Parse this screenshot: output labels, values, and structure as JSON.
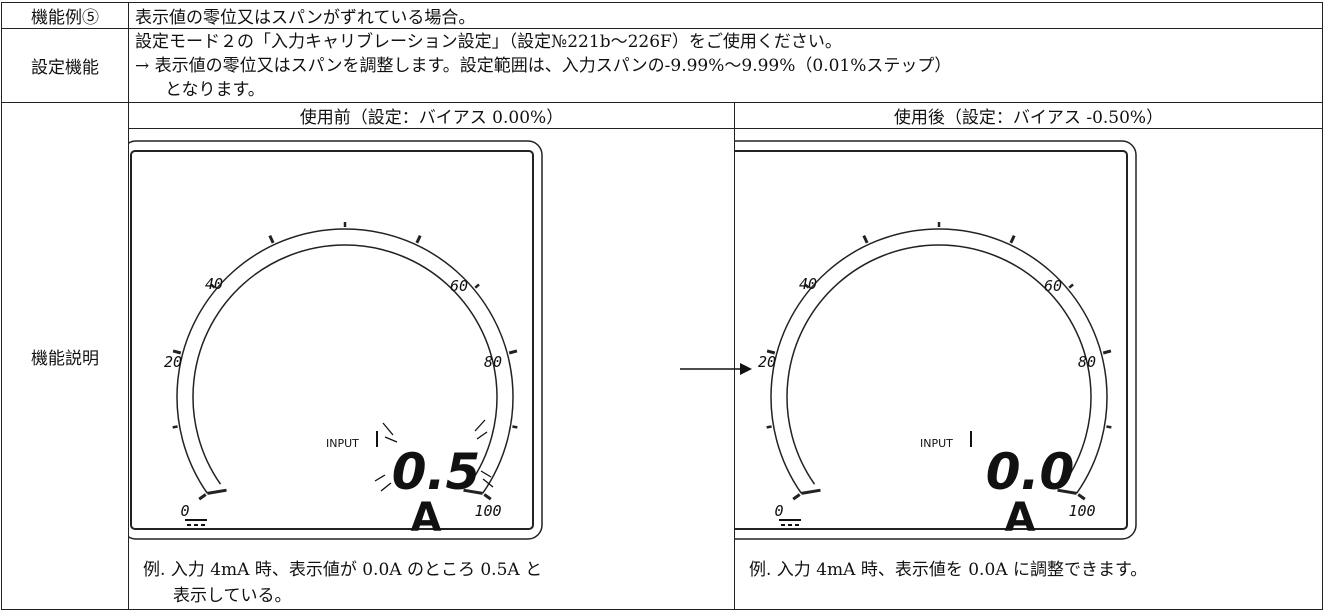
{
  "row1": {
    "label": "機能例⑤",
    "text": "表示値の零位又はスパンがずれている場合。"
  },
  "row2": {
    "label": "設定機能",
    "line1": "設定モード２の「入力キャリブレーション設定」（設定№221b～226F）をご使用ください。",
    "line2": "→ 表示値の零位又はスパンを調整します。設定範囲は、入力スパンの-9.99%～9.99%（0.01%ステップ）",
    "line3": "となります。"
  },
  "row3": {
    "label": "機能説明",
    "before": {
      "header": "使用前（設定：バイアス 0.00%）",
      "display_value": "0.5",
      "unit": "A",
      "input_label": "INPUT",
      "caption1": "例.  入力 4mA 時、表示値が 0.0A のところ 0.5A と",
      "caption2": "表示している。"
    },
    "after": {
      "header": "使用後（設定：バイアス -0.50%）",
      "display_value": "0.0",
      "unit": "A",
      "input_label": "INPUT",
      "caption1": "例.  入力 4mA 時、表示値を 0.0A に調整できます。"
    },
    "scale_labels": [
      "0",
      "20",
      "40",
      "60",
      "80",
      "100"
    ]
  }
}
